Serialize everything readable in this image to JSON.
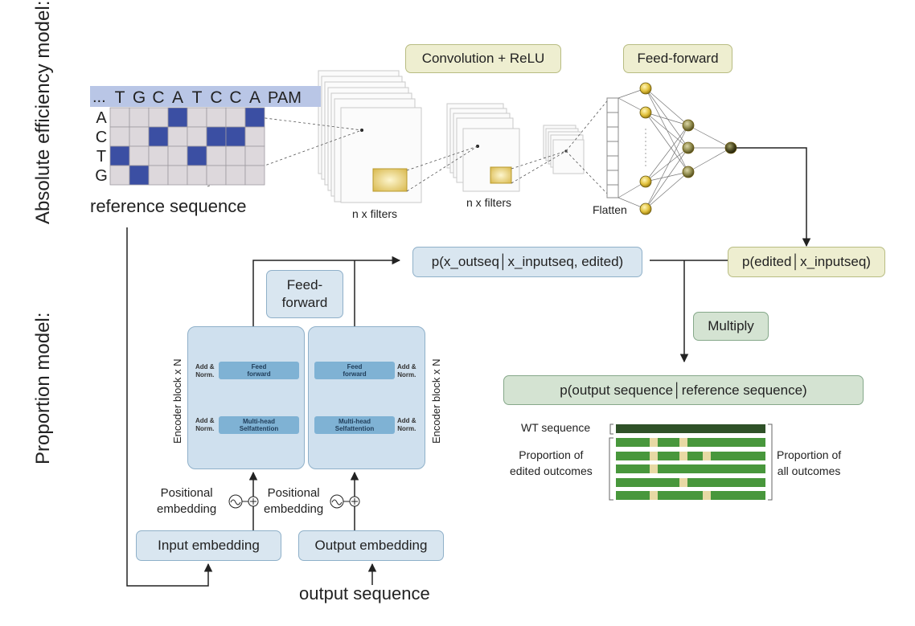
{
  "abs_model_title": "Absolute efficiency model:",
  "prop_model_title": "Proportion model:",
  "dna": {
    "seq_prefix": "...",
    "seq": [
      "T",
      "G",
      "C",
      "A",
      "T",
      "C",
      "C",
      "A"
    ],
    "pam": "PAM",
    "rows": [
      "A",
      "C",
      "T",
      "G"
    ],
    "onehot": [
      [
        0,
        0,
        0,
        1,
        0,
        0,
        0,
        1
      ],
      [
        0,
        0,
        1,
        0,
        0,
        1,
        1,
        0
      ],
      [
        1,
        0,
        0,
        0,
        1,
        0,
        0,
        0
      ],
      [
        0,
        1,
        0,
        0,
        0,
        0,
        0,
        0
      ]
    ],
    "caption": "reference sequence",
    "colors": {
      "on": "#3b4fa3",
      "off": "#ddd8dc",
      "header": "#b9c6e6"
    }
  },
  "cnn": {
    "conv_label": "Convolution + ReLU",
    "ff_label": "Feed-forward",
    "filters1": "n x filters",
    "filters2": "n x filters",
    "flatten": "Flatten"
  },
  "probs": {
    "outseq": "p(x_outseq│x_inputseq, edited)",
    "edited": "p(edited│x_inputseq)",
    "multiply": "Multiply",
    "final": "p(output sequence│reference sequence)"
  },
  "transformer": {
    "ff_box": "Feed-\nforward",
    "enc_label_left": "Encoder block x N",
    "enc_label_right": "Encoder block x N",
    "add_norm": "Add &\nNorm.",
    "feed_forward": "Feed\nforward",
    "multi_head": "Multi-head\nSelfattention",
    "ellipsis": "···",
    "pos_emb_left": "Positional\nembedding",
    "pos_emb_right": "Positional\nembedding",
    "input_emb": "Input embedding",
    "output_emb": "Output embedding",
    "output_seq": "output sequence"
  },
  "outcomes": {
    "wt": "WT sequence",
    "edited": "Proportion of\nedited outcomes",
    "all": "Proportion of\nall outcomes"
  }
}
